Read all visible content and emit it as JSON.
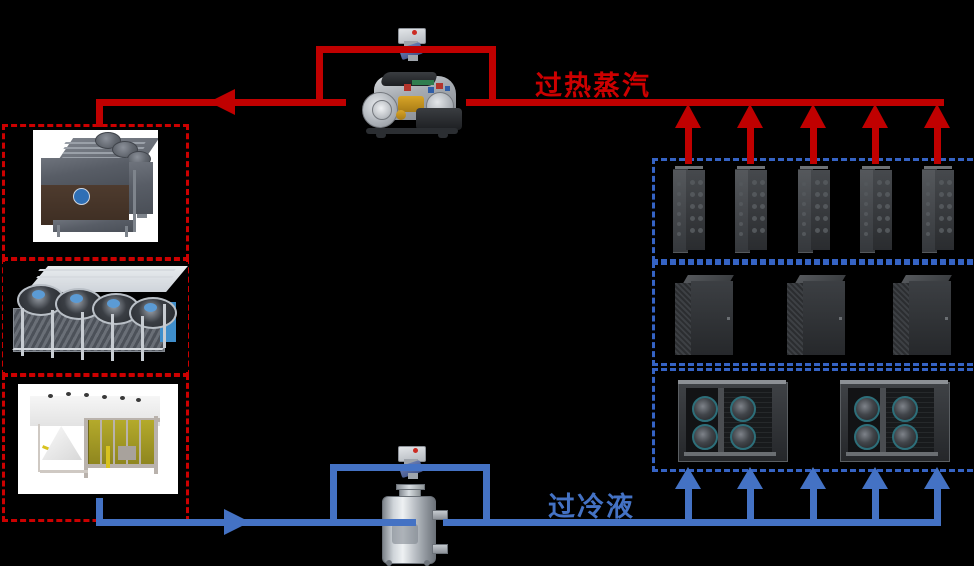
{
  "diagram": {
    "title": "Two-Phase Cooling Loop Schematic",
    "background_color": "#000000",
    "labels": {
      "superheated_vapor": "过热蒸汽",
      "subcooled_liquid": "过冷液"
    },
    "colors": {
      "vapor_line": "#cc0000",
      "liquid_line": "#4472c4",
      "heat_rejection_group_border": "#cc0000",
      "it_load_group_border": "#3563c4"
    }
  },
  "heat_rejection": {
    "group_name": "heat-rejection-options",
    "options": [
      {
        "name": "evaporative-cooling-tower",
        "fan_count": 3,
        "description": "蒸发式冷却塔"
      },
      {
        "name": "air-cooled-condenser",
        "fan_count": 4,
        "description": "风冷冷凝器"
      },
      {
        "name": "dry-cooler",
        "fan_count": 0,
        "description": "干冷器"
      }
    ]
  },
  "machinery": {
    "compressor": {
      "name": "compressor",
      "description": "压缩机"
    },
    "compressor_control": {
      "name": "compressor-control-valve",
      "description": "控制阀"
    },
    "pump": {
      "name": "liquid-pump",
      "description": "液泵"
    },
    "receiver": {
      "name": "liquid-receiver",
      "description": "储液罐"
    }
  },
  "it_loads": {
    "groups": [
      {
        "name": "blade-server-racks",
        "unit_count": 5,
        "unit_type": "narrow-rack",
        "x_positions": [
          688,
          750,
          813,
          875,
          938
        ]
      },
      {
        "name": "enclosed-cabinets",
        "unit_count": 3,
        "unit_type": "sealed-cabinet",
        "x_positions": [
          705,
          812,
          920
        ]
      },
      {
        "name": "fan-wall-cabinets",
        "unit_count": 2,
        "unit_type": "fan-wall",
        "x_positions": [
          735,
          900
        ]
      }
    ]
  },
  "flow": {
    "vapor_risers": 5,
    "liquid_risers": 5,
    "vapor_direction": "right-to-left",
    "liquid_direction": "left-to-right"
  }
}
